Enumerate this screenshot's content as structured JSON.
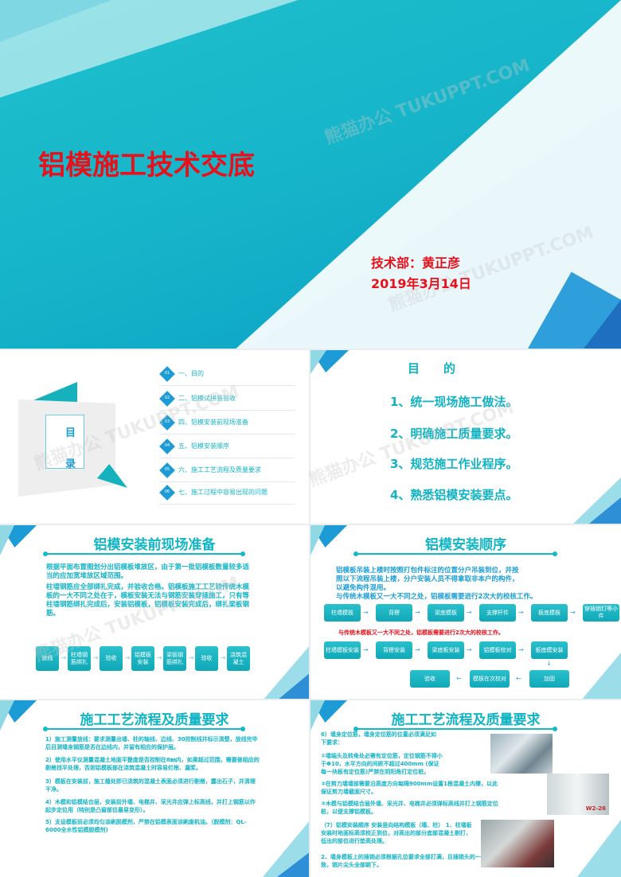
{
  "watermark": "熊猫办公 TUKUPPT.COM",
  "cover": {
    "title": "铝模施工技术交底",
    "department": "技术部：黄正彦",
    "date": "2019年3月14日"
  },
  "toc": {
    "title_chars": [
      "目",
      "录"
    ],
    "items": [
      {
        "num": "01",
        "label": "一、目的"
      },
      {
        "num": "02",
        "label": "二、铝模试拼装验收"
      },
      {
        "num": "03",
        "label": "四、铝模安装前现场准备"
      },
      {
        "num": "04",
        "label": "五、铝模安装顺序"
      },
      {
        "num": "05",
        "label": "六、施工工艺流程及质量要求"
      },
      {
        "num": "06",
        "label": "七、施工过程中容易出现的问题"
      }
    ]
  },
  "purpose": {
    "title": "目　　的",
    "items": [
      "1、统一现场施工做法。",
      "2、明确施工质量要求。",
      "3、规范施工作业程序。",
      "4、熟悉铝模安装要点。"
    ]
  },
  "prep": {
    "title": "铝模安装前现场准备",
    "paragraphs": [
      "根据平面布置图划分出铝模板堆放区，由于第一批铝模板数量较多适当的应加宽堆放区域范围。",
      "柱墙钢筋应全部绑扎完成，并验收合格。铝模板施工工艺较传统木模板的一大不同之处在于，模板安装无法与钢筋安装穿插施工，只有等柱墙钢筋绑扎完成后，安装铝模板，铝模板安装完成后，绑扎梁板钢筋。"
    ],
    "flow": [
      "放线",
      "柱墙钢筋绑扎",
      "验收",
      "铝模板安装",
      "梁板钢筋绑扎",
      "验收",
      "浇筑混凝土"
    ]
  },
  "sequence": {
    "title": "铝模安装顺序",
    "intro": "铝模板吊装上楼时按照打包件标注的位置分户吊装到位，并按照以下流程吊装上楼，分户安装人员不得拿取非本户的构件，以避免构件混用。",
    "intro2": "与传统木模板又一大不同之处，铝模板需要进行2次大的校核工作。",
    "row1": [
      "柱墙模板",
      "背楞",
      "梁底模板",
      "支撑杆件",
      "板底模板",
      "穿插销钉等小件"
    ],
    "note": "与传统木模板又一大不同之处，铝模板需要进行2次大的校核工作。",
    "row2": [
      "柱墙模板安装",
      "背楞安装",
      "梁底板安装",
      "铝模板校对",
      "板底模安装"
    ],
    "row3": [
      "验收",
      "模板在次校对",
      "加固"
    ]
  },
  "process1": {
    "title": "施工工艺流程及质量要求",
    "items": [
      "1）施工测量放线：要求测量出墙、柱的轴线、边线、30控制线并标示清楚，放线完毕后目测墙身钢筋是否在边线内，并留有相应的保护层。",
      "2）使用水平仪测量混凝土地面平整度是否控制在8㎜内，如果超过范围，需要做相应的剔凿找平处理，否则铝模板部在浇筑混凝土时容易烂根、漏浆。",
      "3）模板在安装前，施工缝处即已浇筑的混凝土表面必须进行剔凿，露出石子，并清理干净。",
      "4）木模和铝模结合层，安装前外墙、电梯井、采光井应弹上标高线，并打上钢筋以作起步定位用（特别是凸窗部位最易变形）。",
      "5）支设模板前必须均匀涂刷脱模剂，严禁在铝模表面涂刷废机油。（脱模剂：QL-6000全水性铝模脱模剂)"
    ]
  },
  "process2": {
    "title": "施工工艺流程及质量要求",
    "items": [
      "6）墙身定位筋，墙身定位筋的位置必须满足如下要求：",
      "①墙端头及转角处必需有定位筋，定位钢筋不得小于Φ10，水平方向的间距不超过400mm (保证每一块板有定位筋)严禁在阴阳角打定位桩。",
      "②在剪力墙墙部需要沿高度方向每隔900mm设置1根混凝土内撑，以此保证剪力墙截面尺寸。",
      "③木模与铝模结合层外墙、采光井、电梯井必须弹标高线并打上钢筋定位桩，以便支撑铝模板。",
      "（7）铝模安装顺序 安装竖向结构模板（墙、柱） 1、柱墙板安装时地面标高须校正到位，对高出的部分底部混凝土剔打，低出的部位进行垫高处理。",
      "2、墙身模板上的插销必须根据孔位要求全部打满，且插销头的一致，销片尖头全部朝下。"
    ],
    "photo_label": "W2-26"
  },
  "colors": {
    "accent": "#12b5c4",
    "title_red": "#e8101a",
    "blue": "#1d9bd6"
  }
}
